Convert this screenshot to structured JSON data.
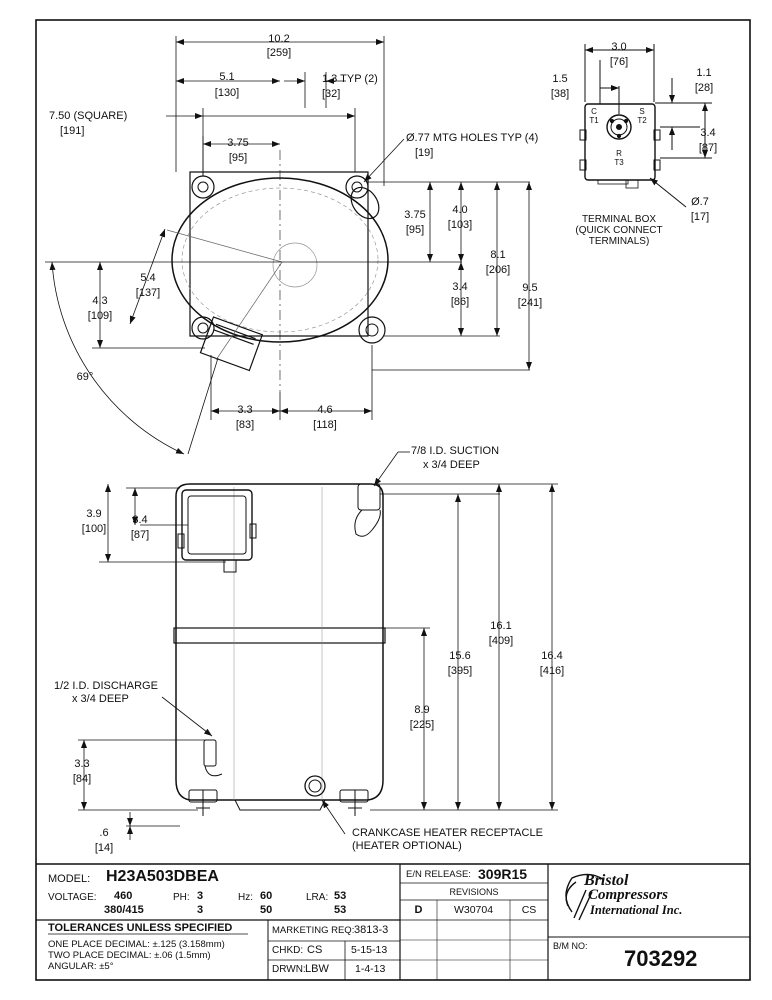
{
  "top_view": {
    "overall_width": {
      "in": "10.2",
      "mm": "[259]"
    },
    "half_width": {
      "in": "5.1",
      "mm": "[130]"
    },
    "typ_1_3": {
      "in": "1.3 TYP (2)",
      "mm": "[32]"
    },
    "square": {
      "in": "7.50  (SQUARE)",
      "mm": "[191]"
    },
    "mount_3_75": {
      "in": "3.75",
      "mm": "[95]"
    },
    "holes": {
      "in": "Ø.77 MTG HOLES TYP (4)",
      "mm": "[19]"
    },
    "right_3_75": {
      "in": "3.75",
      "mm": "[95]"
    },
    "right_4_0": {
      "in": "4.0",
      "mm": "[103]"
    },
    "right_8_1": {
      "in": "8.1",
      "mm": "[206]"
    },
    "right_9_5": {
      "in": "9.5",
      "mm": "[241]"
    },
    "right_3_4": {
      "in": "3.4",
      "mm": "[86]"
    },
    "left_5_4": {
      "in": "5.4",
      "mm": "[137]"
    },
    "left_4_3": {
      "in": "4.3",
      "mm": "[109]"
    },
    "angle": "69°",
    "bottom_3_3": {
      "in": "3.3",
      "mm": "[83]"
    },
    "bottom_4_6": {
      "in": "4.6",
      "mm": "[118]"
    }
  },
  "terminal_box": {
    "width": {
      "in": "3.0",
      "mm": "[76]"
    },
    "left": {
      "in": "1.5",
      "mm": "[38]"
    },
    "right_top": {
      "in": "1.1",
      "mm": "[28]"
    },
    "right_side": {
      "in": "3.4",
      "mm": "[87]"
    },
    "dia": {
      "in": "Ø.7",
      "mm": "[17]"
    },
    "caption": [
      "TERMINAL BOX",
      "(QUICK CONNECT",
      "TERMINALS)"
    ],
    "terminals": {
      "c": "C",
      "t1": "T1",
      "s": "S",
      "t2": "T2",
      "r": "R",
      "t3": "T3"
    }
  },
  "side_view": {
    "suction_label": [
      "7/8 I.D. SUCTION",
      "x 3/4 DEEP"
    ],
    "left_3_9": {
      "in": "3.9",
      "mm": "[100]"
    },
    "left_3_4": {
      "in": "3.4",
      "mm": "[87]"
    },
    "h_15_6": {
      "in": "15.6",
      "mm": "[395]"
    },
    "h_16_1": {
      "in": "16.1",
      "mm": "[409]"
    },
    "h_16_4": {
      "in": "16.4",
      "mm": "[416]"
    },
    "h_8_9": {
      "in": "8.9",
      "mm": "[225]"
    },
    "discharge_label": [
      "1/2 I.D. DISCHARGE",
      "x 3/4 DEEP"
    ],
    "left_3_3": {
      "in": "3.3",
      "mm": "[84]"
    },
    "bottom_0_6": {
      "in": ".6",
      "mm": "[14]"
    },
    "heater_label": [
      "CRANKCASE HEATER RECEPTACLE",
      "(HEATER OPTIONAL)"
    ]
  },
  "title_block": {
    "model_label": "MODEL:",
    "model": "H23A503DBEA",
    "voltage_label": "VOLTAGE:",
    "voltage": [
      "460",
      "380/415"
    ],
    "ph_label": "PH:",
    "ph": [
      "3",
      "3"
    ],
    "hz_label": "Hz:",
    "hz": [
      "60",
      "50"
    ],
    "lra_label": "LRA:",
    "lra": [
      "53",
      "53"
    ],
    "tolerances_title": "TOLERANCES  UNLESS  SPECIFIED",
    "tolerances": [
      "ONE PLACE DECIMAL: ±.125 (3.158mm)",
      "TWO PLACE DECIMAL: ±.06 (1.5mm)",
      "ANGULAR: ±5°"
    ],
    "marketing_label": "MARKETING REQ:",
    "marketing": "3813-3",
    "chkd_label": "CHKD:",
    "chkd": "CS",
    "chkd_date": "5-15-13",
    "drwn_label": "DRWN:",
    "drwn": "LBW",
    "drwn_date": "1-4-13",
    "en_label": "E/N RELEASE:",
    "en": "309R15",
    "revisions_label": "REVISIONS",
    "revision": [
      "D",
      "W30704",
      "CS"
    ],
    "logo": [
      "Bristol",
      "Compressors",
      "International Inc."
    ],
    "bm_label": "B/M NO:",
    "bm": "703292"
  }
}
